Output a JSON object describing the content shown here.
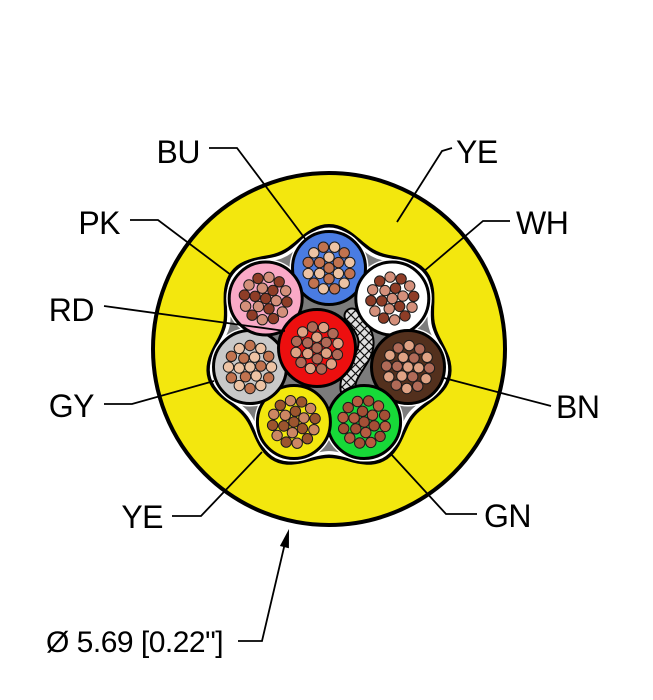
{
  "diagram": {
    "type": "cable-cross-section",
    "jacket": {
      "code": "YE",
      "hex": "#f3e70e"
    },
    "bundle": {
      "bg_hex": "#7c7c7c",
      "wrap_hex": "#ffffff",
      "outline_hex": "#000000"
    },
    "center_wire": {
      "code": "RD",
      "hex": "#ed0f0f"
    },
    "outer_wires": [
      {
        "code": "BU",
        "hex": "#4a7ce2"
      },
      {
        "code": "WH",
        "hex": "#ffffff"
      },
      {
        "code": "BN",
        "hex": "#53301d"
      },
      {
        "code": "GN",
        "hex": "#17d938"
      },
      {
        "code": "YE",
        "hex": "#f3e70e"
      },
      {
        "code": "GY",
        "hex": "#c9c9c9"
      },
      {
        "code": "PK",
        "hex": "#f9a9c6"
      }
    ],
    "filler": {
      "fill_hex": "#e0e0e0",
      "hatch_hex": "#111111"
    },
    "strand_palette": [
      "#c1734f",
      "#a44f36",
      "#8e3d27",
      "#cd8763",
      "#dfa284",
      "#edc3a4",
      "#b85c41",
      "#d4907b",
      "#9c552e",
      "#b06a57"
    ],
    "labels": [
      {
        "id": "bu",
        "text": "BU"
      },
      {
        "id": "ye-top",
        "text": "YE"
      },
      {
        "id": "pk",
        "text": "PK"
      },
      {
        "id": "wh",
        "text": "WH"
      },
      {
        "id": "rd",
        "text": "RD"
      },
      {
        "id": "gy",
        "text": "GY"
      },
      {
        "id": "bn",
        "text": "BN"
      },
      {
        "id": "ye-bottom",
        "text": "YE"
      },
      {
        "id": "gn",
        "text": "GN"
      }
    ],
    "dimension": {
      "text": "Ø 5.69 [0.22\"]"
    }
  }
}
